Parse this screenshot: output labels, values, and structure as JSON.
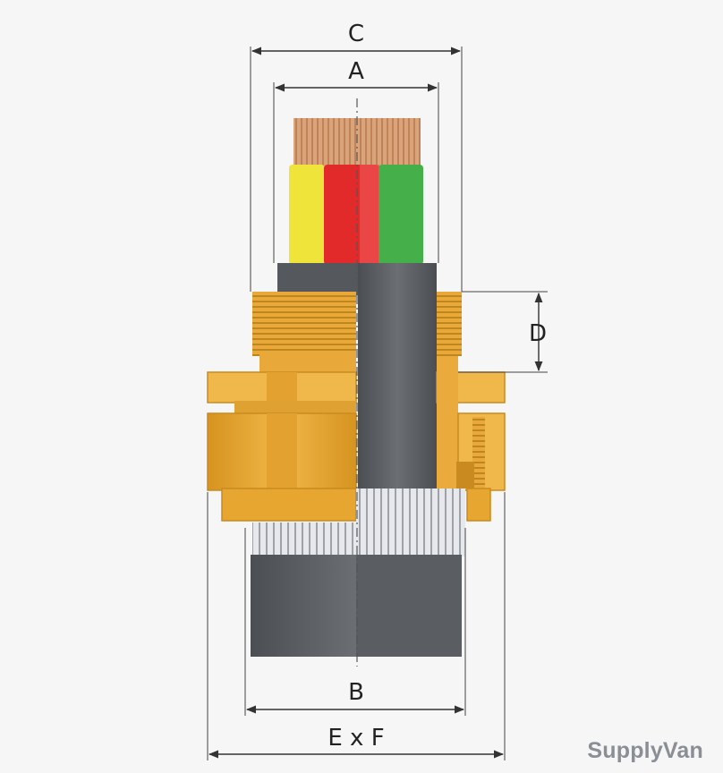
{
  "dimensions": {
    "a": "A",
    "b": "B",
    "c": "C",
    "d": "D",
    "ef": "E x F"
  },
  "brand": "SupplyVan",
  "colors": {
    "brass": "#e6a630",
    "brass_dark": "#c98a1f",
    "brass_light": "#f2c15a",
    "sheath": "#55585c",
    "sheath_light": "#6a6e73",
    "copper": "#d39a6e",
    "core_yellow": "#efe43a",
    "core_red": "#e32a2a",
    "core_green": "#45b04a",
    "armour": "#c8cbd0",
    "dim_line": "#333333"
  }
}
